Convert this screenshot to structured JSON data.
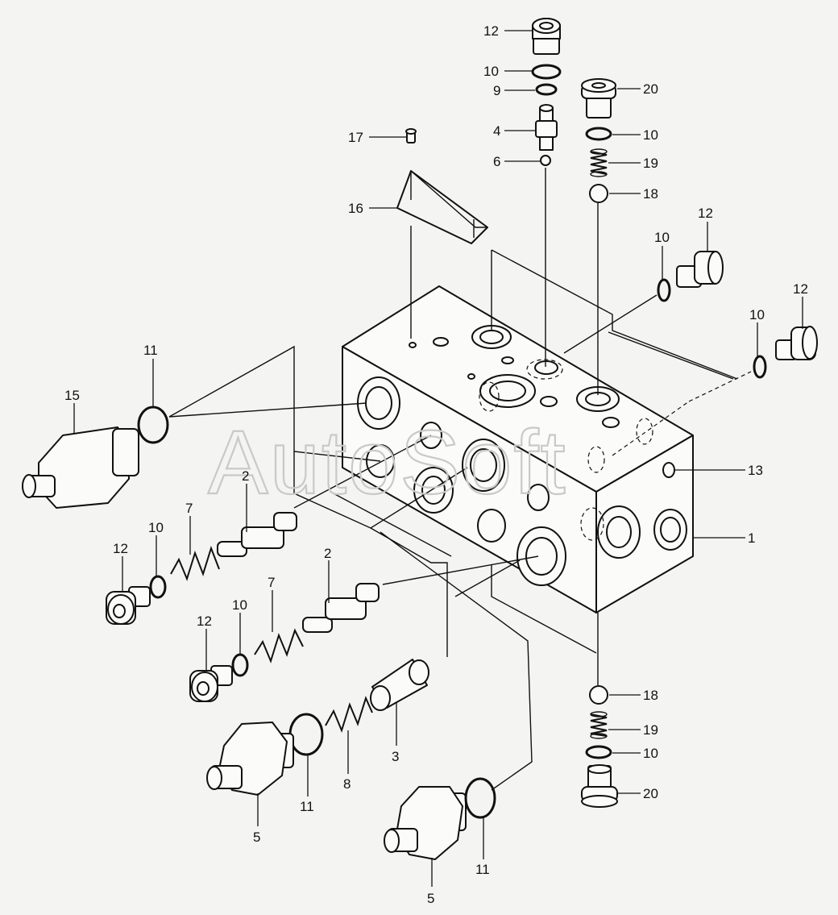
{
  "watermark": "AutoSoft",
  "callouts": [
    {
      "id": "c-12-top",
      "text": "12"
    },
    {
      "id": "c-10-a",
      "text": "10"
    },
    {
      "id": "c-9",
      "text": "9"
    },
    {
      "id": "c-4",
      "text": "4"
    },
    {
      "id": "c-6",
      "text": "6"
    },
    {
      "id": "c-17",
      "text": "17"
    },
    {
      "id": "c-16",
      "text": "16"
    },
    {
      "id": "c-20-top",
      "text": "20"
    },
    {
      "id": "c-10-b",
      "text": "10"
    },
    {
      "id": "c-19-top",
      "text": "19"
    },
    {
      "id": "c-18-top",
      "text": "18"
    },
    {
      "id": "c-12-r1",
      "text": "12"
    },
    {
      "id": "c-10-r1",
      "text": "10"
    },
    {
      "id": "c-12-r2",
      "text": "12"
    },
    {
      "id": "c-10-r2",
      "text": "10"
    },
    {
      "id": "c-11-left",
      "text": "11"
    },
    {
      "id": "c-15",
      "text": "15"
    },
    {
      "id": "c-13",
      "text": "13"
    },
    {
      "id": "c-1",
      "text": "1"
    },
    {
      "id": "c-2-a",
      "text": "2"
    },
    {
      "id": "c-7-a",
      "text": "7"
    },
    {
      "id": "c-10-c",
      "text": "10"
    },
    {
      "id": "c-12-c",
      "text": "12"
    },
    {
      "id": "c-2-b",
      "text": "2"
    },
    {
      "id": "c-7-b",
      "text": "7"
    },
    {
      "id": "c-10-d",
      "text": "10"
    },
    {
      "id": "c-12-d",
      "text": "12"
    },
    {
      "id": "c-3",
      "text": "3"
    },
    {
      "id": "c-8",
      "text": "8"
    },
    {
      "id": "c-11-mid",
      "text": "11"
    },
    {
      "id": "c-5-a",
      "text": "5"
    },
    {
      "id": "c-11-bot",
      "text": "11"
    },
    {
      "id": "c-5-b",
      "text": "5"
    },
    {
      "id": "c-18-bot",
      "text": "18"
    },
    {
      "id": "c-19-bot",
      "text": "19"
    },
    {
      "id": "c-10-e",
      "text": "10"
    },
    {
      "id": "c-20-bot",
      "text": "20"
    }
  ]
}
